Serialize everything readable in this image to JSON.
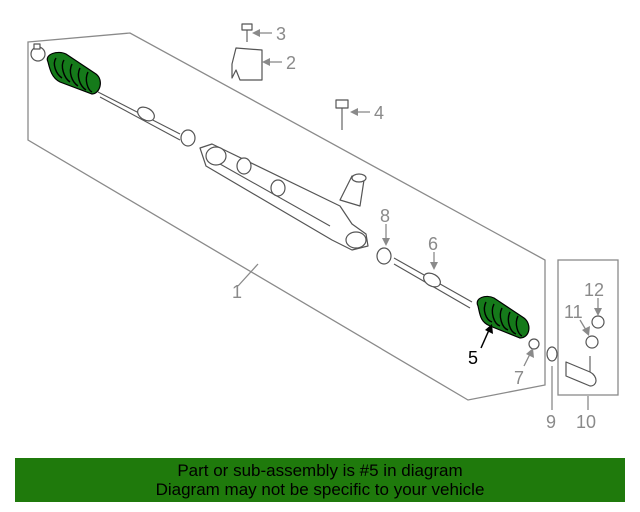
{
  "diagram": {
    "highlight_part": "5",
    "colors": {
      "highlight": "#157a1a",
      "banner": "#1f7a0c",
      "callout": "#8a8a8a"
    },
    "callouts": [
      "1",
      "2",
      "3",
      "4",
      "5",
      "6",
      "7",
      "8",
      "9",
      "10",
      "11",
      "12"
    ]
  },
  "banner": {
    "line1": "Part or sub-assembly is #5 in diagram",
    "line2": "Diagram may not be specific to your vehicle"
  }
}
